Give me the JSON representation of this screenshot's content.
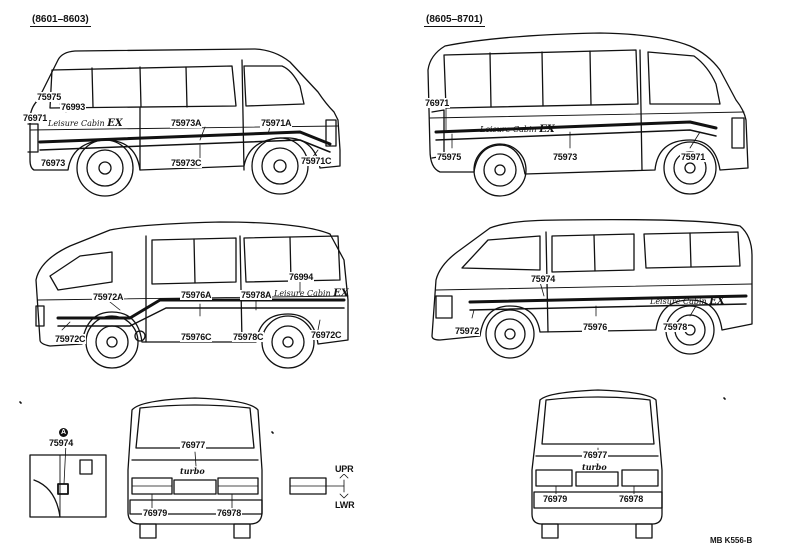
{
  "headers": {
    "left": "(8601–8603)",
    "right": "(8605–8701)"
  },
  "views": {
    "top_left": {
      "labels": [
        "75975",
        "76993",
        "76971",
        "75973A",
        "75971A",
        "76973",
        "75973C",
        "75971C"
      ],
      "badge_script": "Leisure Cabin",
      "badge_ex": "EX"
    },
    "top_right": {
      "labels": [
        "76971",
        "75975",
        "75973",
        "75971"
      ],
      "badge_script": "Leisure Cabin",
      "badge_ex": "EX"
    },
    "mid_left": {
      "labels": [
        "76994",
        "75972A",
        "75976A",
        "75978A",
        "75972C",
        "75976C",
        "75978C",
        "76972C"
      ],
      "badge_script": "Leisure Cabin",
      "badge_ex": "EX"
    },
    "mid_right": {
      "labels": [
        "75974",
        "75972",
        "75976",
        "75978"
      ],
      "badge_script": "Leisure Cabin",
      "badge_ex": "EX"
    },
    "detail": {
      "marker": "A",
      "label": "75974"
    },
    "rear_left": {
      "labels": [
        "76977",
        "76979",
        "76978"
      ],
      "turbo": "turbo"
    },
    "legend": {
      "upper": "UPR",
      "lower": "LWR"
    },
    "rear_right": {
      "labels": [
        "76977",
        "76979",
        "76978"
      ],
      "turbo": "turbo"
    }
  },
  "reference": "MB K556-B"
}
